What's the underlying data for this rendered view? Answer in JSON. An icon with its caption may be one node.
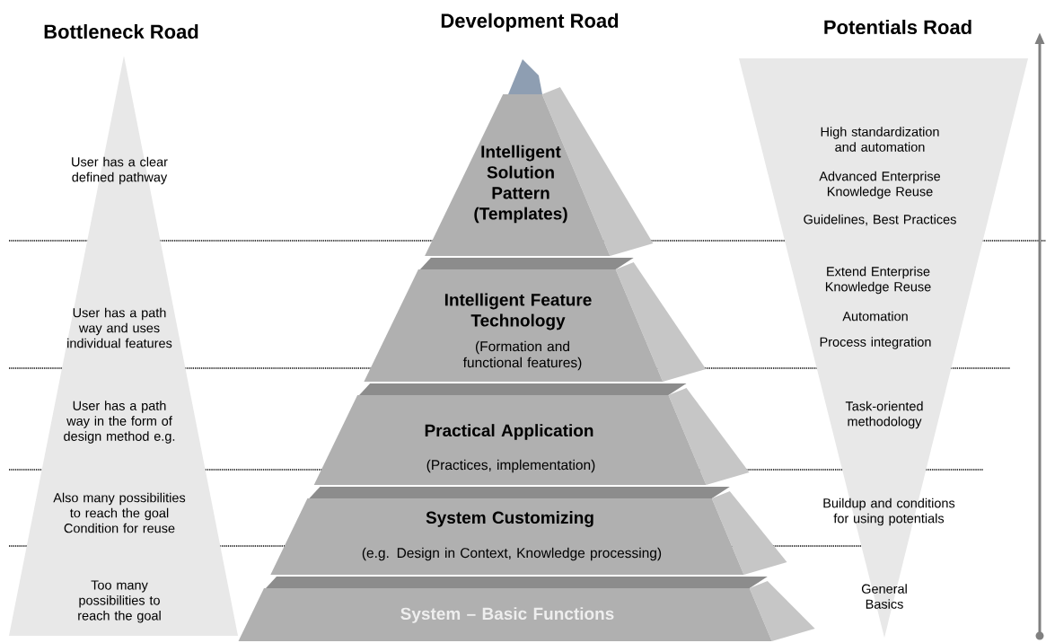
{
  "diagram": {
    "nodes": [
      {
        "text": [
          "Bottleneck Road",
          "User has a clear defined pathway",
          "User has a path way and uses individual features",
          "User has a path way in the form of design method e.g.",
          "Also many possibilities to reach the goal Condition for reuse",
          "Too many possibilities to reach the goal"
        ]
      },
      {
        "text": [
          "Intelligent Solution Pattern (Templates)"
        ]
      },
      {
        "text": [
          "Intelligent Feature Technology",
          "(Formation and functional features)"
        ]
      },
      {
        "text": [
          "Practical Application",
          "(Practices, implementation)"
        ]
      },
      {
        "text": [
          "System Customizing",
          "(e.g. Design in Context, Knowledge processing)"
        ]
      },
      {
        "text": [
          "System – Basic Functions"
        ]
      },
      {
        "text": [
          "Potentials Road",
          "High standardization and automation",
          "Advanced Enterprise Knowledge Reuse",
          "Guidelines, Best Practices",
          "Extend Enterprise Knowledge Reuse",
          "Automation",
          "Process integration",
          "Task-oriented methodology",
          "Buildup and conditions for using potentials",
          "General Basics"
        ]
      }
    ],
    "labels": [
      "Development Road"
    ]
  }
}
